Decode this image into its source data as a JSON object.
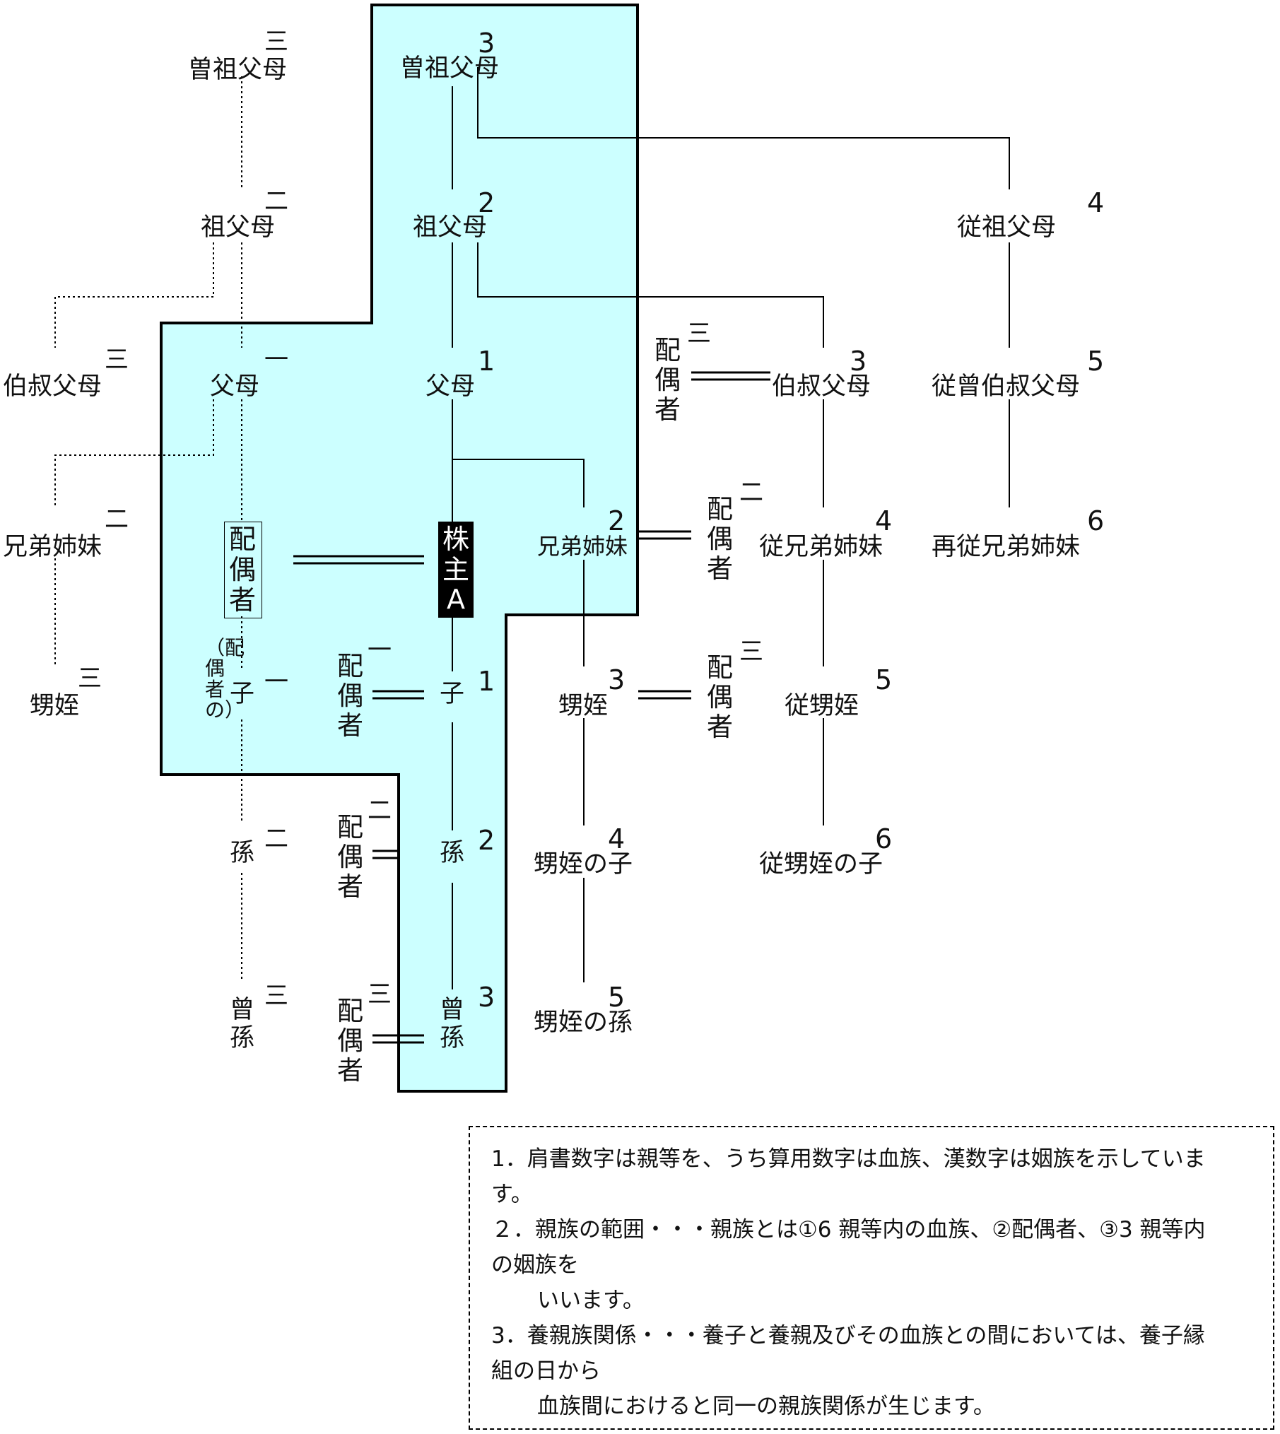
{
  "colors": {
    "region_fill": "#ccffff",
    "line": "#000000",
    "text": "#111111"
  },
  "diagram": {
    "blood": {
      "sosofubo": {
        "label": "曽祖父母",
        "degree": "3"
      },
      "sofubo": {
        "label": "祖父母",
        "degree": "2"
      },
      "fubo": {
        "label": "父母",
        "degree": "1"
      },
      "kabunushi": {
        "label": "株主A"
      },
      "ko": {
        "label": "子",
        "degree": "1"
      },
      "mago": {
        "label": "孫",
        "degree": "2"
      },
      "himago": {
        "label": "曾孫",
        "degree": "3"
      },
      "kyodai": {
        "label": "兄弟姉妹",
        "degree": "2"
      },
      "oimei": {
        "label": "甥姪",
        "degree": "3"
      },
      "oimei_ko": {
        "label": "甥姪の子",
        "degree": "4"
      },
      "oimei_mago": {
        "label": "甥姪の孫",
        "degree": "5"
      },
      "oji": {
        "label": "伯叔父母",
        "degree": "3"
      },
      "itoko": {
        "label": "従兄弟姉妹",
        "degree": "4"
      },
      "itoko_ko": {
        "label": "従甥姪",
        "degree": "5"
      },
      "itoko_mago": {
        "label": "従甥姪の子",
        "degree": "6"
      },
      "ju_sofubo": {
        "label": "従祖父母",
        "degree": "4"
      },
      "ju_oji": {
        "label": "従曾伯叔父母",
        "degree": "5"
      },
      "hatoko": {
        "label": "再従兄弟姉妹",
        "degree": "6"
      }
    },
    "affinity": {
      "sosofubo": {
        "label": "曽祖父母",
        "degree": "三"
      },
      "sofubo": {
        "label": "祖父母",
        "degree": "二"
      },
      "fubo": {
        "label": "父母",
        "degree": "一"
      },
      "haigusha": {
        "label": "配偶者"
      },
      "ko": {
        "label": "子",
        "prefix": "（配偶者の）",
        "degree": "一"
      },
      "mago": {
        "label": "孫",
        "degree": "二"
      },
      "himago": {
        "label": "曾孫",
        "degree": "三"
      },
      "oji": {
        "label": "伯叔父母",
        "degree": "三"
      },
      "kyodai": {
        "label": "兄弟姉妹",
        "degree": "二"
      },
      "oimei": {
        "label": "甥姪",
        "degree": "三"
      },
      "sp_ko": {
        "label": "配偶者",
        "degree": "一"
      },
      "sp_mago": {
        "label": "配偶者",
        "degree": "二"
      },
      "sp_himago": {
        "label": "配偶者",
        "degree": "三"
      },
      "sp_oji": {
        "label": "配偶者",
        "degree": "三"
      },
      "sp_kyodai": {
        "label": "配偶者",
        "degree": "二"
      },
      "sp_oimei": {
        "label": "配偶者",
        "degree": "三"
      }
    }
  },
  "notes": {
    "line1a": "1．肩書数字は親等を、うち算用数字は血族、漢数字は姻族を示していま",
    "line1b": "す。",
    "line2a": "２．親族の範囲・・・親族とは①6 親等内の血族、②配偶者、③3 親等内",
    "line2b": "の姻族を",
    "line2c": "いいます。",
    "line3a": "3．養親族関係・・・養子と養親及びその血族との間においては、養子縁",
    "line3b": "組の日から",
    "line3c": "血族間におけると同一の親族関係が生じます。"
  }
}
